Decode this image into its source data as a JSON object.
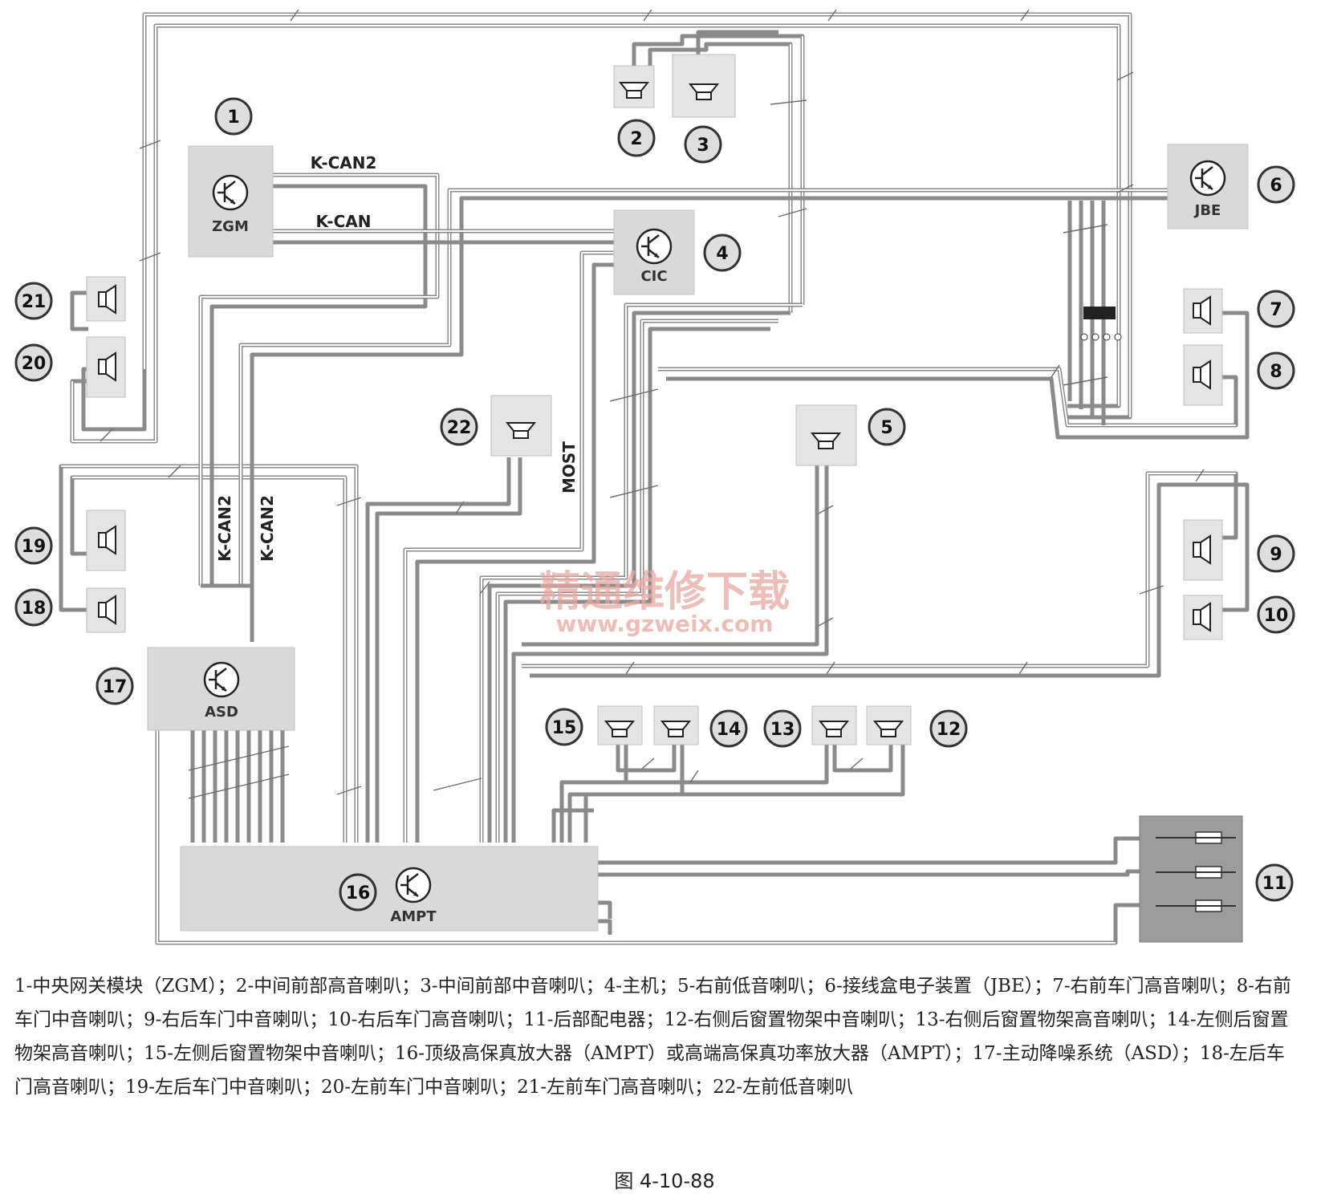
{
  "modules": {
    "zgm": "ZGM",
    "cic": "CIC",
    "jbe": "JBE",
    "asd": "ASD",
    "ampt": "AMPT"
  },
  "bus_labels": {
    "kcan2_top": "K-CAN2",
    "kcan": "K-CAN",
    "kcan2_vert_a": "K-CAN2",
    "kcan2_vert_b": "K-CAN2",
    "most": "MOST"
  },
  "callouts": [
    "1",
    "2",
    "3",
    "4",
    "5",
    "6",
    "7",
    "8",
    "9",
    "10",
    "11",
    "12",
    "13",
    "14",
    "15",
    "16",
    "17",
    "18",
    "19",
    "20",
    "21",
    "22"
  ],
  "watermark": {
    "cn": "精通维修下载",
    "url": "www.gzweix.com"
  },
  "caption": "1-中央网关模块（ZGM）；2-中间前部高音喇叭；3-中间前部中音喇叭；4-主机；5-右前低音喇叭；6-接线盒电子装置（JBE）；7-右前车门高音喇叭；8-右前车门中音喇叭；9-右后车门中音喇叭；10-右后车门高音喇叭；11-后部配电器；12-右侧后窗置物架中音喇叭；13-右侧后窗置物架高音喇叭；14-左侧后窗置物架高音喇叭；15-左侧后窗置物架中音喇叭；16-顶级高保真放大器（AMPT）或高端高保真功率放大器（AMPT）；17-主动降噪系统（ASD）；18-左后车门高音喇叭；19-左后车门中音喇叭；20-左前车门中音喇叭；21-左前车门高音喇叭；22-左前低音喇叭",
  "figure_label": "图 4-10-88"
}
